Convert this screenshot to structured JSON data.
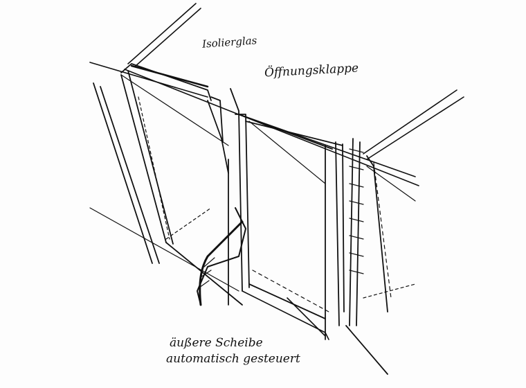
{
  "labels": {
    "isolierglas": "Isolierglas",
    "oeffnungsklappe": "Öffnungsklappe",
    "aeussere_scheibe": "äußere Scheibe",
    "automatisch": "automatisch gesteuert"
  },
  "colors": {
    "ink": "#111111",
    "paper": "#fdfdfd"
  }
}
